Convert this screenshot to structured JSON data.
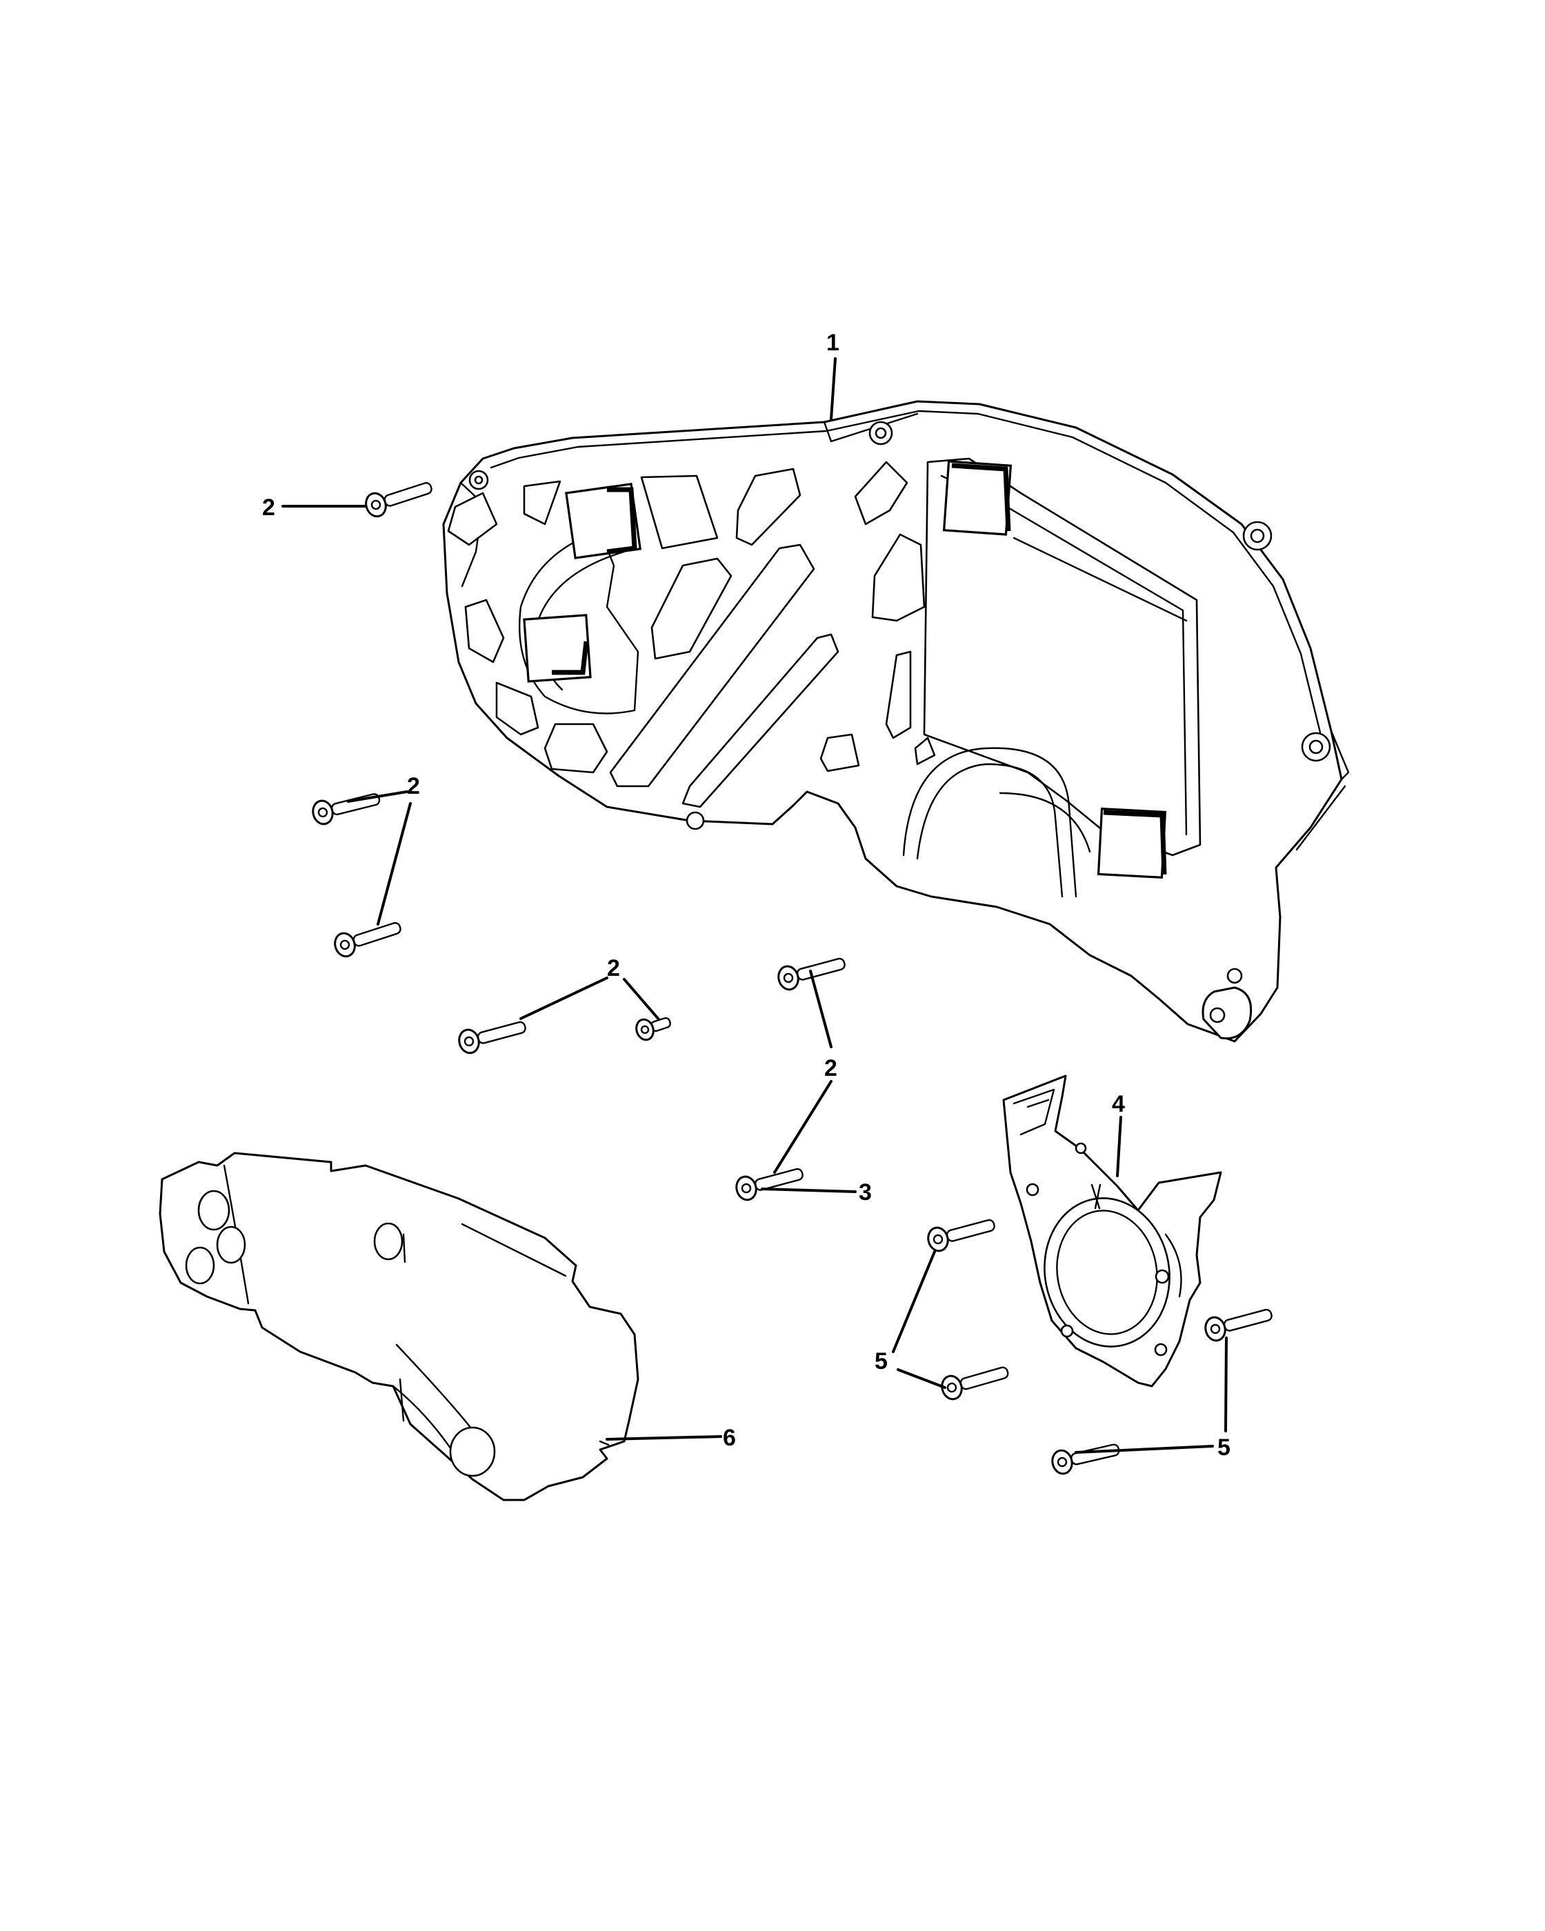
{
  "callouts": {
    "c1": "1",
    "c2a": "2",
    "c2b": "2",
    "c2c": "2",
    "c2d": "2",
    "c3": "3",
    "c4": "4",
    "c5a": "5",
    "c5b": "5",
    "c6": "6"
  }
}
